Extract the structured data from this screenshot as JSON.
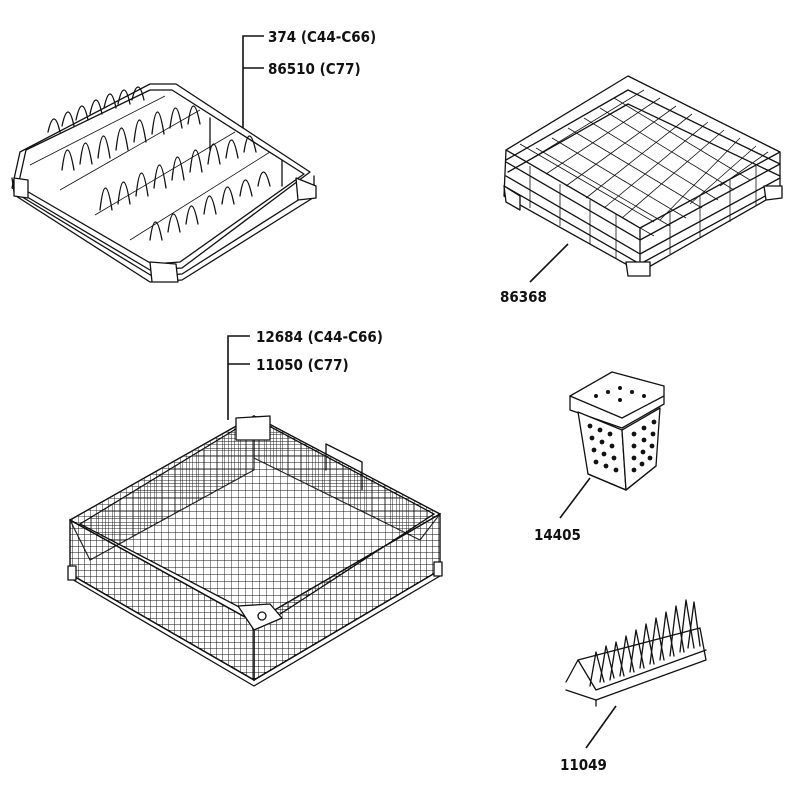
{
  "labels": {
    "plate_rack_a": "374 (C44-C66)",
    "plate_rack_b": "86510 (C77)",
    "glass_rack": "86368",
    "mesh_basket_a": "12684 (C44-C66)",
    "mesh_basket_b": "11050 (C77)",
    "cutlery_cup": "14405",
    "plate_insert": "11049"
  }
}
